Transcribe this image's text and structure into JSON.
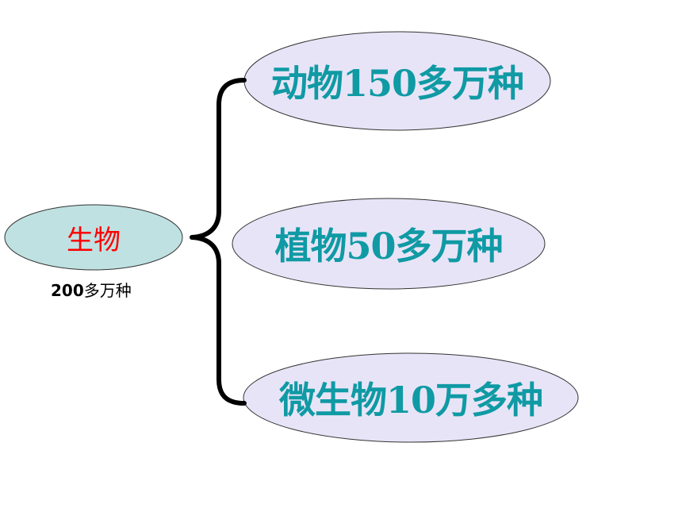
{
  "root": {
    "label": "生物",
    "count_number": "200",
    "count_suffix": "多万种",
    "fill": "#bfe1e2",
    "label_color": "#ff0000"
  },
  "children": [
    {
      "label": "动物150多万种"
    },
    {
      "label": "植物50多万种"
    },
    {
      "label": "微生物10万多种"
    }
  ],
  "colors": {
    "child_fill": "#e8e4f7",
    "child_text": "#0f9aa4",
    "bracket": "#000000"
  }
}
